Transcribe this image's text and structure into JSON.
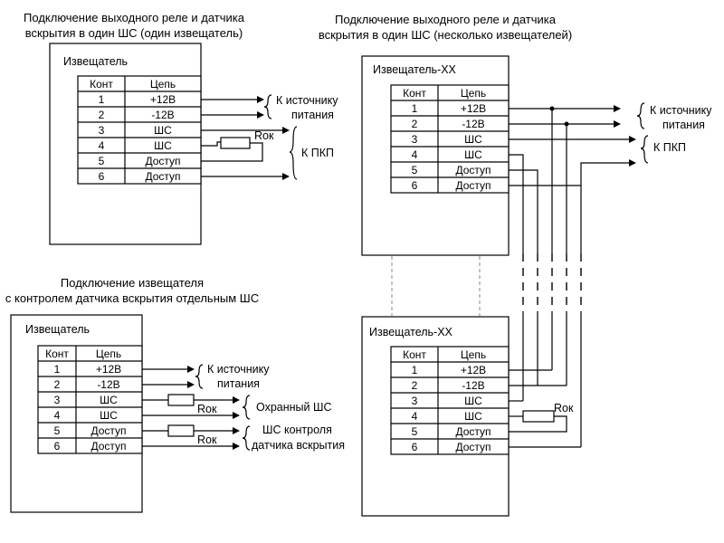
{
  "titles": {
    "d1_line1": "Подключение выходного реле и датчика",
    "d1_line2": "вскрытия в один ШС (один извещатель)",
    "d2_line1": "Подключение выходного реле и датчика",
    "d2_line2": "вскрытия в один ШС (несколько извещателей)",
    "d3_line1": "Подключение извещателя",
    "d3_line2": "с контролем датчика вскрытия отдельным ШС"
  },
  "device": {
    "name": "Извещатель",
    "name_xx": "Извещатель-ХХ"
  },
  "table": {
    "col_contact": "Конт",
    "col_circuit": "Цепь",
    "rows": [
      {
        "n": "1",
        "c": "+12В"
      },
      {
        "n": "2",
        "c": "-12В"
      },
      {
        "n": "3",
        "c": "ШС"
      },
      {
        "n": "4",
        "c": "ШС"
      },
      {
        "n": "5",
        "c": "Доступ"
      },
      {
        "n": "6",
        "c": "Доступ"
      }
    ]
  },
  "labels": {
    "power_1": "К источнику",
    "power_2": "питания",
    "pkp": "К ПКП",
    "rok": "Rок",
    "guard_loop": "Охранный ШС",
    "tamper_1": "ШС контроля",
    "tamper_2": "датчика вскрытия"
  }
}
